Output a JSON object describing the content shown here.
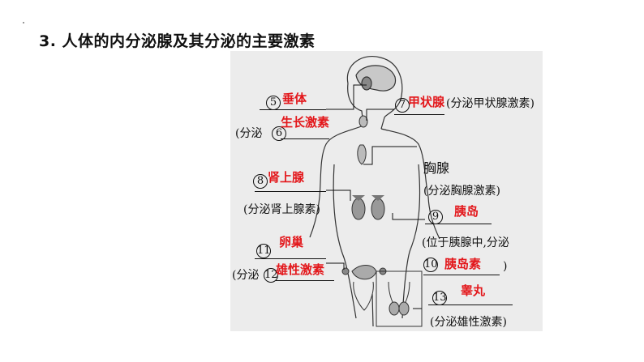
{
  "slide": {
    "heading": "3. 人体的内分泌腺及其分泌的主要激素"
  },
  "labels": {
    "n5": "5",
    "n6": "6",
    "n7": "7",
    "n8": "8",
    "n9": "9",
    "n10": "10",
    "n11": "11",
    "n12": "12",
    "n13": "13",
    "a5": "垂体",
    "a6": "生长激素",
    "a7": "甲状腺",
    "a8": "肾上腺",
    "a9": "胰岛",
    "a10": "胰岛素",
    "a11": "卵巢",
    "a12": "雄性激素",
    "a13": "睾丸",
    "fenmi_prefix": "(分泌",
    "thyroid_hormone": "(分泌甲状腺激素)",
    "thymus": "胸腺",
    "thymus_hormone": "(分泌胸腺激素)",
    "adrenal_hormone": "(分泌肾上腺素)",
    "pancreas_note": "(位于胰腺中,分泌",
    "close_paren": ")",
    "testis_hormone": "(分泌雄性激素)"
  },
  "colors": {
    "answer": "#e3171b",
    "figure_bg": "#ececec"
  }
}
